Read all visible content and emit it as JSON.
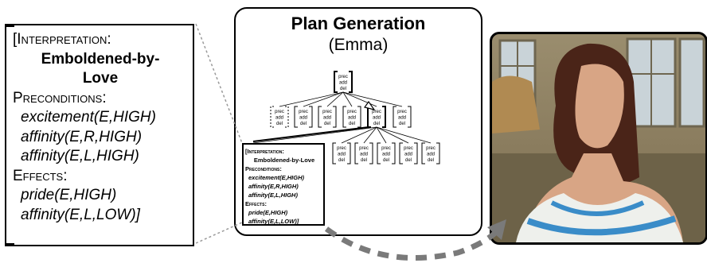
{
  "zoom_panel": {
    "line1_open": "[",
    "interpretation_label": "Interpretation:",
    "interpretation_value": "Emboldened-by-Love",
    "preconditions_label": "Preconditions:",
    "preconditions": [
      "excitement(E,HIGH)",
      "affinity(E,R,HIGH)",
      "affinity(E,L,HIGH)"
    ],
    "effects_label": "Effects:",
    "effects": [
      "pride(E,HIGH)",
      "affinity(E,L,LOW)]"
    ]
  },
  "plan_box": {
    "title": "Plan Generation",
    "subtitle": "(Emma)",
    "node_lines": [
      "prec",
      "add",
      "del"
    ]
  },
  "mini_schema": {
    "interpretation_label": "[Interpretation:",
    "interpretation_value": "Emboldened-by-Love",
    "preconditions_label": "Preconditions:",
    "preconditions": [
      "excitement(E,HIGH)",
      "affinity(E,R,HIGH)",
      "affinity(E,L,HIGH)"
    ],
    "effects_label": "Effects:",
    "effects": [
      "pride(E,HIGH)",
      "affinity(E,L,LOW)]"
    ]
  },
  "scene": {
    "description_icon": "animated-character-scene"
  },
  "colors": {
    "dashed_arrow": "#7a7a7a",
    "zoom_lines": "#9a9a9a",
    "scene_wall": "#8a7c5e"
  }
}
